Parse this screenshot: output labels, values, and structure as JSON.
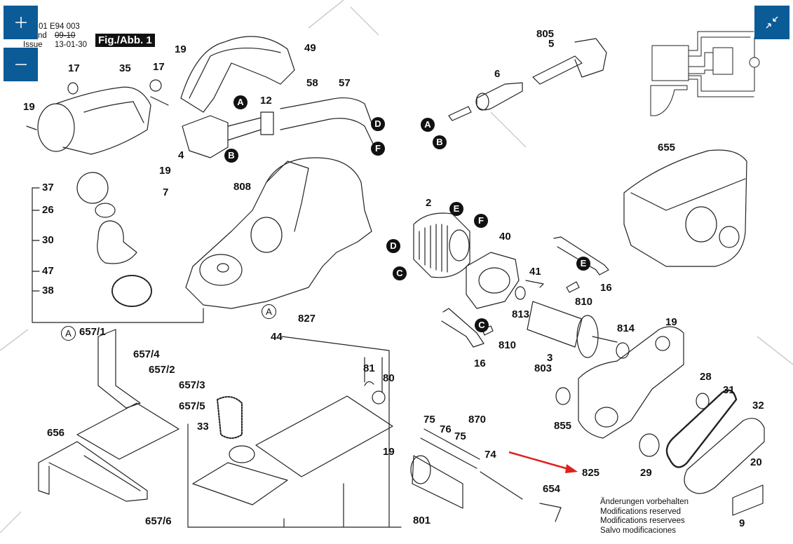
{
  "header": {
    "doc_number": "01 E94 003",
    "stand_label": "nd",
    "stand_value": "09-10",
    "issue_label": "Issue",
    "issue_value": "13-01-30",
    "figure_title": "Fig./Abb. 1"
  },
  "controls": {
    "zoom_in_icon": "plus-icon",
    "zoom_out_icon": "minus-icon",
    "fullscreen_icon": "collapse-arrows-icon"
  },
  "part_labels": {
    "p17a": "17",
    "p35": "35",
    "p17b": "17",
    "p19a": "19",
    "p49": "49",
    "p19b": "19",
    "p12": "12",
    "p58": "58",
    "p57": "57",
    "p4": "4",
    "p19c": "19",
    "p7": "7",
    "p808": "808",
    "p805": "805",
    "p5": "5",
    "p6": "6",
    "p37": "37",
    "p26": "26",
    "p30": "30",
    "p47": "47",
    "p38": "38",
    "p827": "827",
    "p44": "44",
    "p2": "2",
    "p40": "40",
    "p41": "41",
    "p16a": "16",
    "p810a": "810",
    "p813": "813",
    "p810b": "810",
    "p16b": "16",
    "p3": "3",
    "p803": "803",
    "p814": "814",
    "p19d": "19",
    "p655": "655",
    "p6571": "657/1",
    "p6574": "657/4",
    "p6572": "657/2",
    "p6573": "657/3",
    "p6575": "657/5",
    "p656": "656",
    "p6576": "657/6",
    "p33": "33",
    "p81": "81",
    "p80": "80",
    "p19e": "19",
    "p801": "801",
    "p75a": "75",
    "p76": "76",
    "p75b": "75",
    "p870": "870",
    "p74": "74",
    "p654": "654",
    "p855": "855",
    "p825": "825",
    "p29": "29",
    "p28": "28",
    "p31": "31",
    "p32": "32",
    "p20": "20",
    "p9": "9"
  },
  "connector_labels": {
    "A1": "A",
    "B1": "B",
    "D1": "D",
    "F1": "F",
    "A2": "A",
    "B2": "B",
    "E1": "E",
    "F2": "F",
    "D2": "D",
    "C1": "C",
    "E2": "E",
    "C2": "C",
    "A3": "A",
    "A4": "A"
  },
  "notes": [
    "Änderungen vorbehalten",
    "Modifications reserved",
    "Modifications reservees",
    "Salvo modificaciones"
  ],
  "annotation": {
    "arrow_color": "#e02020",
    "arrow_target": "825"
  },
  "colors": {
    "button_blue": "#0b5b97"
  }
}
